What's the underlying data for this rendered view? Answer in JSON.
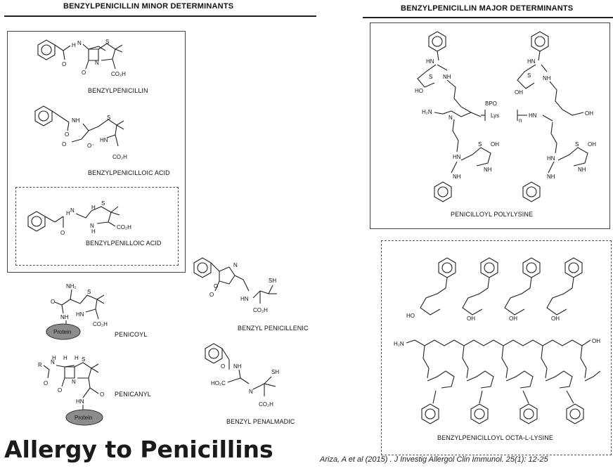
{
  "headers": {
    "minor": "BENZYLPENICILLIN MINOR DETERMINANTS",
    "major": "BENZYLPENICILLIN MAJOR DETERMINANTS"
  },
  "compounds": {
    "benzylpenicillin": "BENZYLPENICILLIN",
    "benzylpenicilloic_acid": "BENZYLPENICILLOIC ACID",
    "benzylpenilloic_acid": "BENZYLPENILLOIC ACID",
    "penicoyl": "PENICOYL",
    "penicanyl": "PENICANYL",
    "benzyl_penicillenic": "BENZYL PENICILLENIC",
    "benzyl_penalmadic": "BENZYL PENALMADIC",
    "penicilloyl_polylysine": "PENICILLOYL POLYLYSINE",
    "benzylpenicilloyl_octa_l_lysine": "BENZYLPENICILLOYL OCTA-L-LYSINE"
  },
  "atom_labels": {
    "co2h": "CO₂H",
    "nh": "NH",
    "hn": "HN",
    "h": "H",
    "n": "N",
    "s": "S",
    "o": "O",
    "nh2": "NH₂",
    "r": "R",
    "sh": "SH",
    "ho2c": "HO₂C",
    "ho": "HO",
    "oh": "OH",
    "h2n": "H₂N",
    "bpo": "BPO",
    "lys": "Lys",
    "n_sub": "n",
    "o_minus": "O⁻"
  },
  "protein_label": "Protein",
  "slide_title": "Allergy to Penicillins",
  "citation": "Ariza, A et al (2015) . J Investig Allergol Clin Immunol. 25(1): 12-25"
}
